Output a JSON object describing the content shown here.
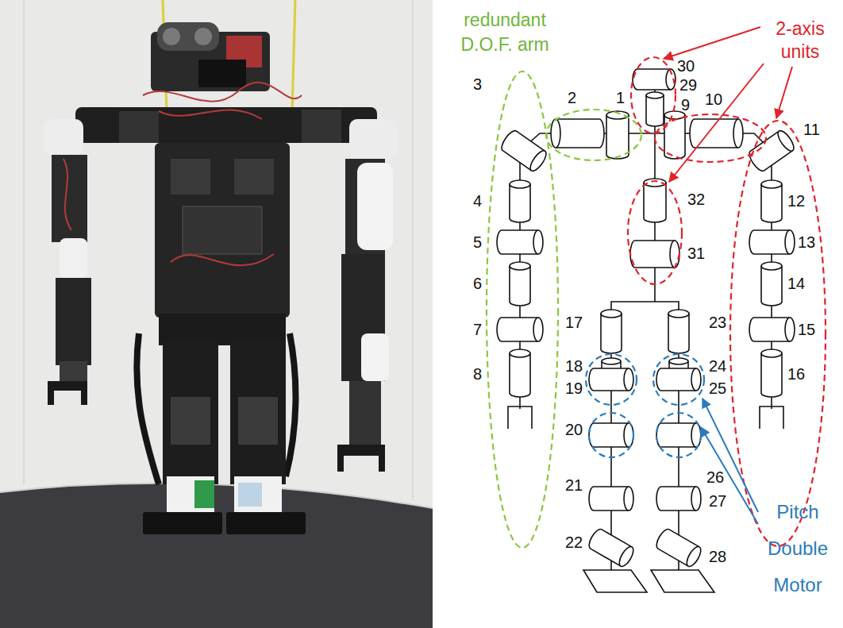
{
  "diagram": {
    "labels": [
      "redundant D.O.F. arm",
      "2-axis units",
      "30",
      "3",
      "2",
      "1",
      "29",
      "9",
      "10",
      "11",
      "4",
      "32",
      "12",
      "5",
      "13",
      "6",
      "31",
      "14",
      "17",
      "23",
      "7",
      "15",
      "18",
      "24",
      "8",
      "19",
      "25",
      "16",
      "20",
      "26",
      "21",
      "27",
      "22",
      "28",
      "Pitch Double Motor"
    ]
  }
}
